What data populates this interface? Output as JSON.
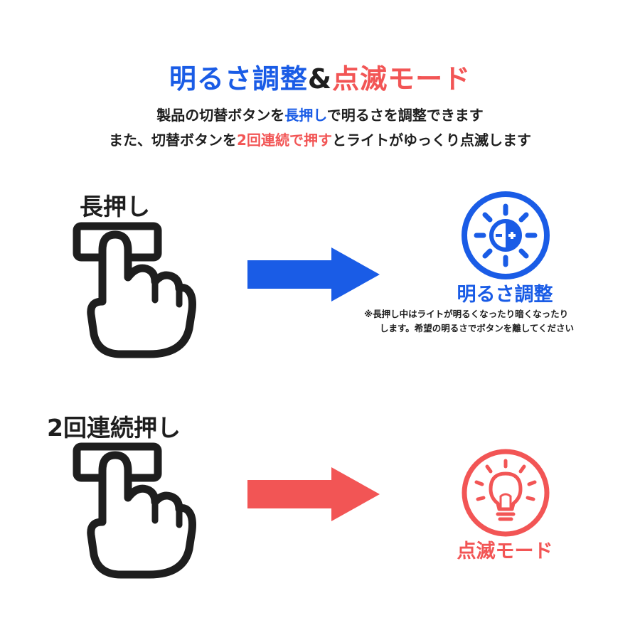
{
  "header": {
    "title_blue": "明るさ調整",
    "title_amp": "&",
    "title_red": "点滅モード",
    "line1": {
      "a": "製品の切替ボタンを",
      "b": "長押し",
      "c": "で明るさを調整できます"
    },
    "line2": {
      "a": "また、切替ボタンを",
      "b": "2回連続で押す",
      "c": "とライトがゆっくり点滅します"
    }
  },
  "section_long_press": {
    "action_label": "長押し",
    "result_label": "明るさ調整",
    "note_line1": "※長押し中はライトが明るくなったり暗くなったり",
    "note_line2": "します。希望の明るさでボタンを離してください",
    "arrow_color": "#1a5ce6",
    "icon": "brightness-adjust-icon"
  },
  "section_double_press": {
    "action_label": "2回連続押し",
    "result_label": "点滅モード",
    "arrow_color": "#f25555",
    "icon": "light-bulb-icon"
  },
  "colors": {
    "blue": "#1a5ce6",
    "red": "#f25555",
    "ink": "#1e1e1e"
  }
}
